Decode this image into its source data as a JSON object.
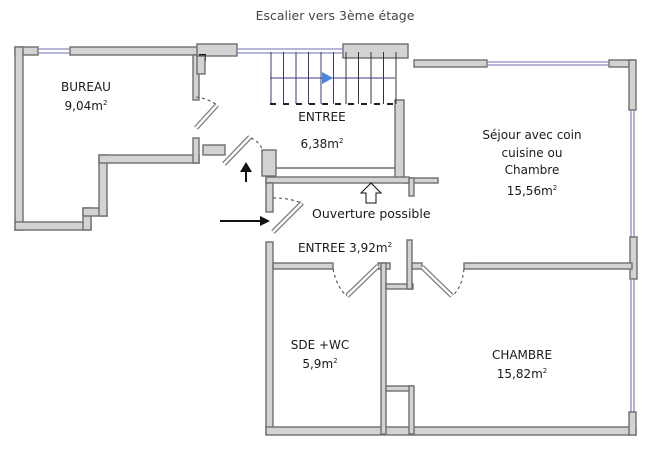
{
  "plan": {
    "title": "Escalier vers 3ème étage",
    "note": "Ouverture possible",
    "area_unit": "m",
    "area_exponent": "2",
    "rooms": [
      {
        "name": "BUREAU",
        "area": "9,04"
      },
      {
        "name": "ENTREE",
        "area": "6,38"
      },
      {
        "name": "Séjour avec coin cuisine ou Chambre",
        "name_lines": [
          "Séjour avec coin",
          "cuisine ou",
          "Chambre"
        ],
        "area": "15,56"
      },
      {
        "name": "ENTREE",
        "area": "3,92"
      },
      {
        "name": "SDE +WC",
        "area": "5,9"
      },
      {
        "name": "CHAMBRE",
        "area": "15,82"
      }
    ],
    "icons": [
      "entry-arrow-up-icon",
      "entry-arrow-right-icon",
      "opening-arrow-up-icon",
      "stair-direction-arrow-icon"
    ],
    "colors": {
      "wall_fill": "#d3d3d3",
      "wall_stroke": "#6e6e6e",
      "window": "#8a8ac0",
      "stair_arrow": "#4a86e0"
    }
  }
}
